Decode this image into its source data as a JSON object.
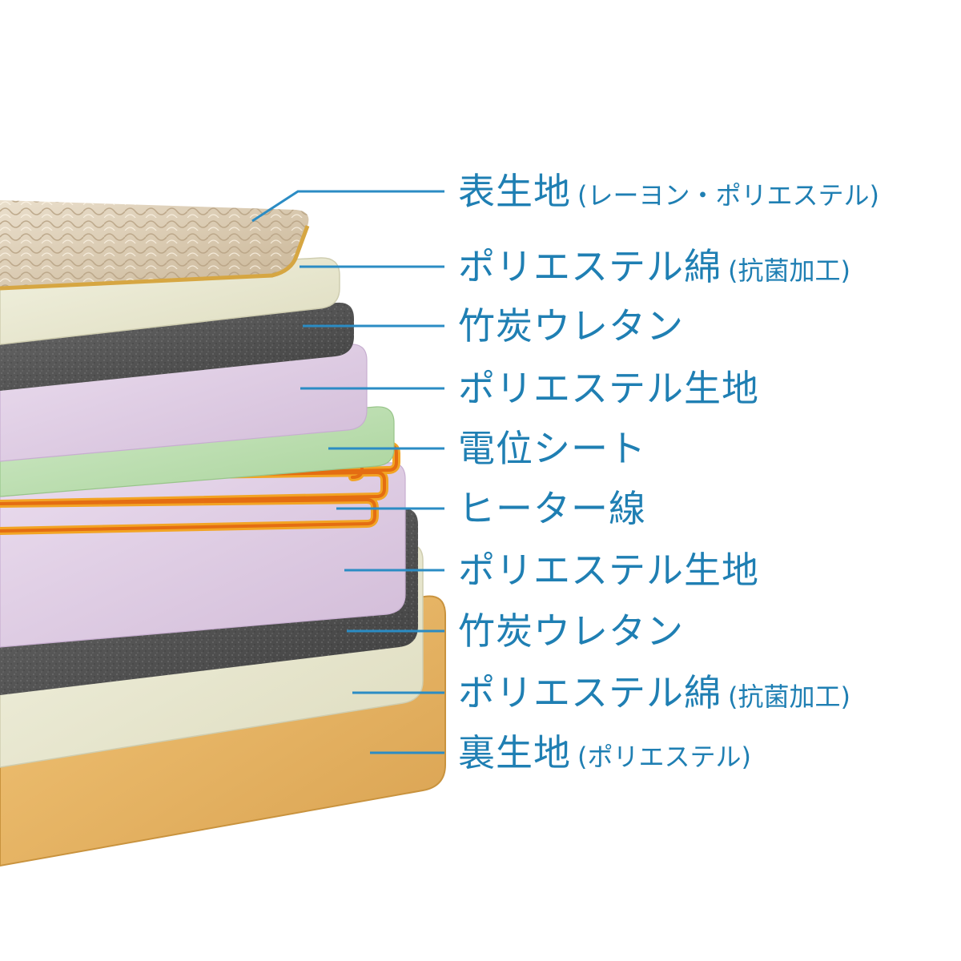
{
  "colors": {
    "label_text": "#1f7fb3",
    "leader_line": "#2b8cc4",
    "heater_wire": "#f0a020",
    "heater_wire_inner": "#e36a10"
  },
  "layers": [
    {
      "main": "表生地",
      "sub": "(レーヨン・ポリエステル)",
      "material": "quilted-fabric"
    },
    {
      "main": "ポリエステル綿",
      "sub": "(抗菌加工)",
      "material": "polyester-batting"
    },
    {
      "main": "竹炭ウレタン",
      "sub": "",
      "material": "charcoal-foam"
    },
    {
      "main": "ポリエステル生地",
      "sub": "",
      "material": "lavender-fabric"
    },
    {
      "main": "電位シート",
      "sub": "",
      "material": "green-sheet"
    },
    {
      "main": "ヒーター線",
      "sub": "",
      "material": "heater-wire"
    },
    {
      "main": "ポリエステル生地",
      "sub": "",
      "material": "lavender-fabric"
    },
    {
      "main": "竹炭ウレタン",
      "sub": "",
      "material": "charcoal-foam"
    },
    {
      "main": "ポリエステル綿",
      "sub": "(抗菌加工)",
      "material": "polyester-batting"
    },
    {
      "main": "裏生地",
      "sub": "(ポリエステル)",
      "material": "backing-fabric"
    }
  ]
}
